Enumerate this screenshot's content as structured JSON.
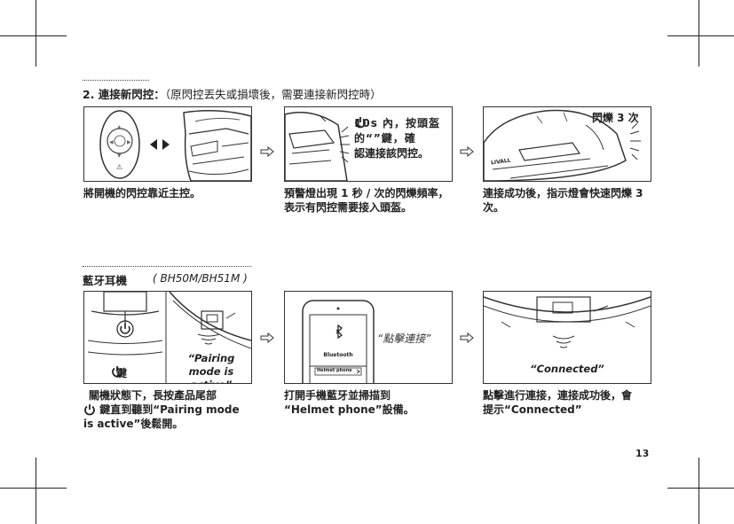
{
  "section1": {
    "title": "2. 連接新閃控：",
    "note": "（原閃控丟失或損壞後，需要連接新閃控時）",
    "panels": [
      {
        "caption": "將開機的閃控靠近主控。"
      },
      {
        "overlay": [
          "10s 內，按頭盔",
          "的“",
          "”鍵，確",
          "認連接該閃控。"
        ],
        "caption": "預警燈出現 1 秒 / 次的閃爍頻率，表示有閃控需要接入頭盔。"
      },
      {
        "overlay": "閃爍 3 次",
        "helmet_text": "LIVALL",
        "caption": "連接成功後，指示燈會快速閃爍 3 次。"
      }
    ]
  },
  "section2": {
    "title": "藍牙耳機",
    "subtitle": "( BH50M/BH51M )",
    "panels": [
      {
        "key_label": "鍵",
        "italic": "“Pairing mode is active”",
        "caption_lines": [
          "關機狀態下，長按產品尾部",
          "鍵直到聽到“Pairing mode",
          "is active”後鬆開。"
        ]
      },
      {
        "phone_title": "Bluetooth",
        "phone_item": "Helmet phone",
        "overlay": "“點擊連接”",
        "caption_lines": [
          "打開手機藍牙並掃描到",
          "“Helmet phone”設備。"
        ]
      },
      {
        "italic": "“Connected”",
        "caption_lines": [
          "點擊進行連接，連接成功後，會",
          "提示“Connected”"
        ]
      }
    ]
  },
  "page_number": "13"
}
